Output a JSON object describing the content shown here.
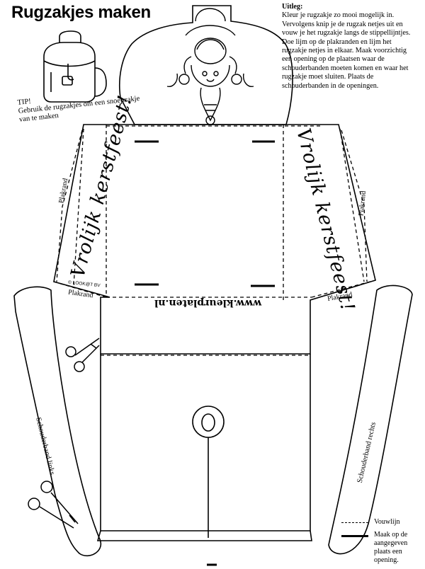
{
  "title": "Rugzakjes maken",
  "instructions": {
    "heading": "Uitleg:",
    "text": "Kleur je rugzakje zo mooi mogelijk in. Vervolgens knip je de rugzak netjes uit en vouw je het rugzakje langs de stippellijntjes. Doe lijm op de plakranden en lijm het rugzakje netjes in elkaar. Maak voorzichtig een opening op de plaatsen waar de schouderbanden moeten komen en waar het rugzakje moet sluiten.  Plaats de schouderbanden in de openingen."
  },
  "tip": {
    "label": "TIP!",
    "text": "Gebruik de rugzakjes om een snoepzakje van te maken"
  },
  "labels": {
    "plakrand": "Plakrand",
    "greeting": "Vrolijk kerstfeest!",
    "website": "www.kleurplaten.nl",
    "copyright": "© LOOK@T BV",
    "strap_left": "Schouderband links",
    "strap_right": "Schouderband rechts"
  },
  "legend": {
    "fold": "Vouwlijn",
    "opening": "Maak op de aangegeven plaats een opening."
  },
  "icons": {
    "backpack": "backpack-icon",
    "scissors": "scissors-icon",
    "santa": "santa-illustration"
  }
}
